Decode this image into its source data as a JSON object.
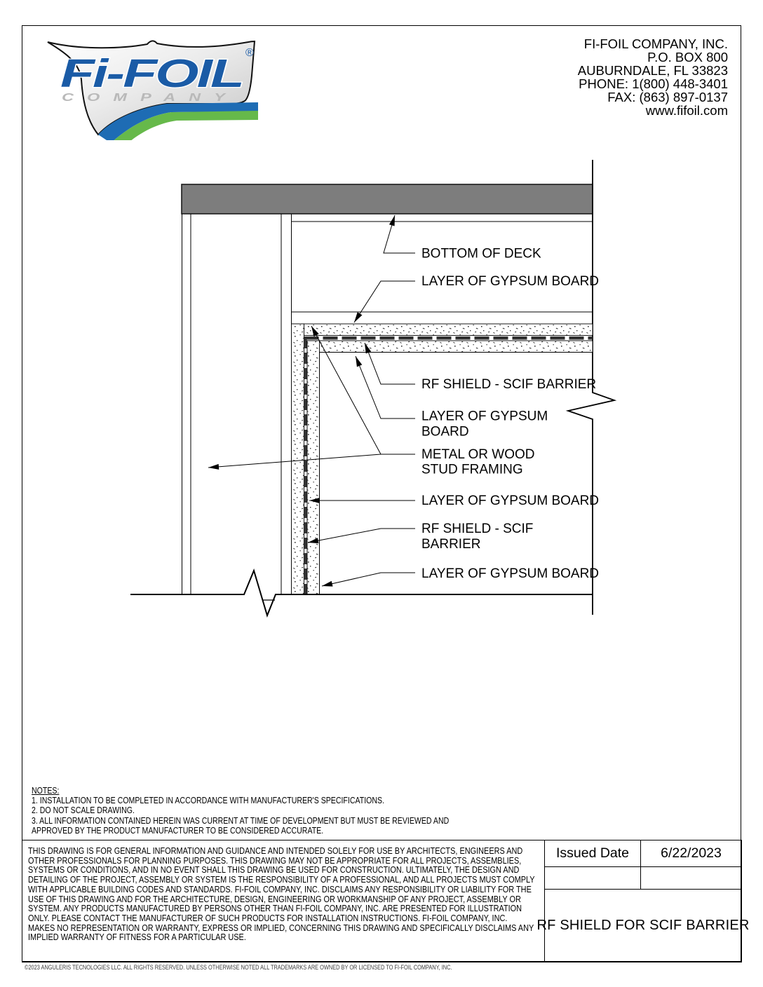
{
  "logo": {
    "brand": "Fi-FOIL",
    "registered": "®",
    "word": "COMPANY"
  },
  "header": {
    "lines": [
      "FI-FOIL COMPANY, INC.",
      "P.O. BOX 800",
      "AUBURNDALE, FL 33823",
      "PHONE: 1(800) 448-3401",
      "FAX: (863) 897-0137",
      "www.fifoil.com"
    ]
  },
  "drawing": {
    "labels": {
      "bottom_of_deck": "BOTTOM OF DECK",
      "gypsum_ceiling_top": "LAYER OF GYPSUM BOARD",
      "rf_shield_ceiling": "RF SHIELD - SCIF BARRIER",
      "gypsum_ceiling_bottom_l1": "LAYER OF GYPSUM",
      "gypsum_ceiling_bottom_l2": "BOARD",
      "stud_framing_l1": "METAL OR WOOD",
      "stud_framing_l2": "STUD FRAMING",
      "gypsum_wall_inner": "LAYER OF GYPSUM BOARD",
      "rf_shield_wall_l1": "RF SHIELD - SCIF",
      "rf_shield_wall_l2": "BARRIER",
      "gypsum_wall_outer": "LAYER OF GYPSUM BOARD"
    }
  },
  "notes": {
    "heading": "NOTES:",
    "items": [
      "1. INSTALLATION TO BE COMPLETED IN ACCORDANCE WITH MANUFACTURER'S SPECIFICATIONS.",
      "2. DO NOT SCALE DRAWING.",
      "3. ALL INFORMATION CONTAINED HEREIN WAS CURRENT AT TIME OF DEVELOPMENT BUT MUST BE REVIEWED AND APPROVED BY THE PRODUCT MANUFACTURER TO BE CONSIDERED ACCURATE."
    ]
  },
  "disclaimer": "THIS DRAWING IS FOR GENERAL INFORMATION AND GUIDANCE AND INTENDED SOLELY FOR USE BY ARCHITECTS, ENGINEERS AND OTHER PROFESSIONALS FOR PLANNING PURPOSES. THIS DRAWING MAY NOT BE APPROPRIATE FOR ALL PROJECTS, ASSEMBLIES, SYSTEMS OR CONDITIONS, AND IN NO EVENT SHALL THIS DRAWING BE USED FOR CONSTRUCTION. ULTIMATELY, THE DESIGN AND DETAILING OF THE PROJECT, ASSEMBLY OR SYSTEM IS THE RESPONSIBILITY OF A PROFESSIONAL, AND ALL PROJECTS MUST COMPLY WITH APPLICABLE BUILDING CODES AND STANDARDS. FI-FOIL COMPANY, INC. DISCLAIMS ANY RESPONSIBILITY OR LIABILITY FOR THE USE OF THIS DRAWING AND FOR THE ARCHITECTURE, DESIGN, ENGINEERING OR WORKMANSHIP OF ANY PROJECT, ASSEMBLY OR SYSTEM. ANY PRODUCTS MANUFACTURED BY PERSONS OTHER THAN FI-FOIL COMPANY, INC. ARE PRESENTED FOR ILLUSTRATION ONLY. PLEASE CONTACT THE MANUFACTURER OF SUCH PRODUCTS FOR INSTALLATION INSTRUCTIONS. FI-FOIL COMPANY, INC. MAKES NO REPRESENTATION OR WARRANTY, EXPRESS OR IMPLIED, CONCERNING THIS DRAWING AND SPECIFICALLY DISCLAIMS ANY IMPLIED WARRANTY OF FITNESS FOR A PARTICULAR USE.",
  "title_block": {
    "issued_date_label": "Issued Date",
    "issued_date_value": "6/22/2023",
    "title": "RF SHIELD FOR SCIF BARRIER"
  },
  "footer": "©2023 ANGULERIS TECNOLOGIES LLC. ALL RIGHTS RESERVED. UNLESS OTHERWISE NOTED ALL TRADEMARKS ARE OWNED BY OR LICENSED TO FI-FOIL COMPANY, INC.",
  "colors": {
    "deck_gray": "#7d7d7d",
    "logo_blue": "#1a5ba6",
    "logo_band_blue": "#1e6cb4",
    "logo_green": "#66b94a",
    "logo_word_gray": "#b9b9b9"
  }
}
